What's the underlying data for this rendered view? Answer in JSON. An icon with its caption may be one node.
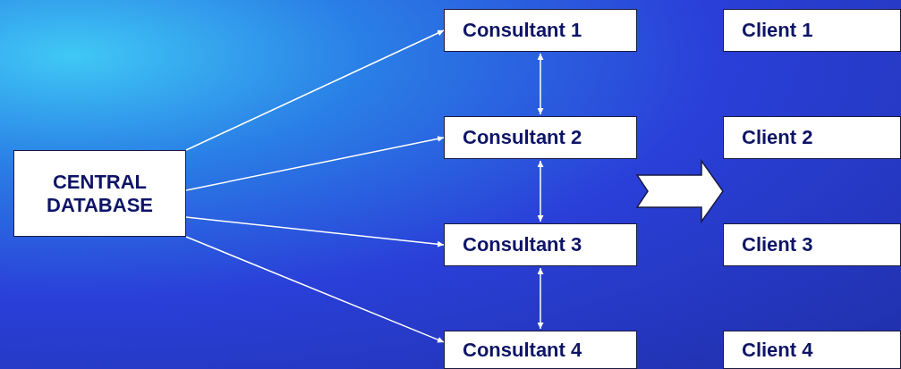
{
  "diagram": {
    "nodes": [
      {
        "text": [
          "CENTRAL DATABASE"
        ]
      },
      {
        "text": [
          "Consultant 1"
        ]
      },
      {
        "text": [
          "Consultant 2"
        ]
      },
      {
        "text": [
          "Consultant 3"
        ]
      },
      {
        "text": [
          "Consultant 4"
        ]
      },
      {
        "text": [
          "Client 1"
        ]
      },
      {
        "text": [
          "Client 2"
        ]
      },
      {
        "text": [
          "Client 3"
        ]
      },
      {
        "text": [
          "Client 4"
        ]
      }
    ],
    "edges": [
      {
        "from": 0,
        "to": 1,
        "arrow": "to"
      },
      {
        "from": 0,
        "to": 2,
        "arrow": "to"
      },
      {
        "from": 0,
        "to": 3,
        "arrow": "to"
      },
      {
        "from": 0,
        "to": 4,
        "arrow": "to"
      },
      {
        "from": 1,
        "to": 2,
        "arrow": "both"
      },
      {
        "from": 2,
        "to": 3,
        "arrow": "both"
      },
      {
        "from": 3,
        "to": 4,
        "arrow": "both"
      }
    ]
  }
}
